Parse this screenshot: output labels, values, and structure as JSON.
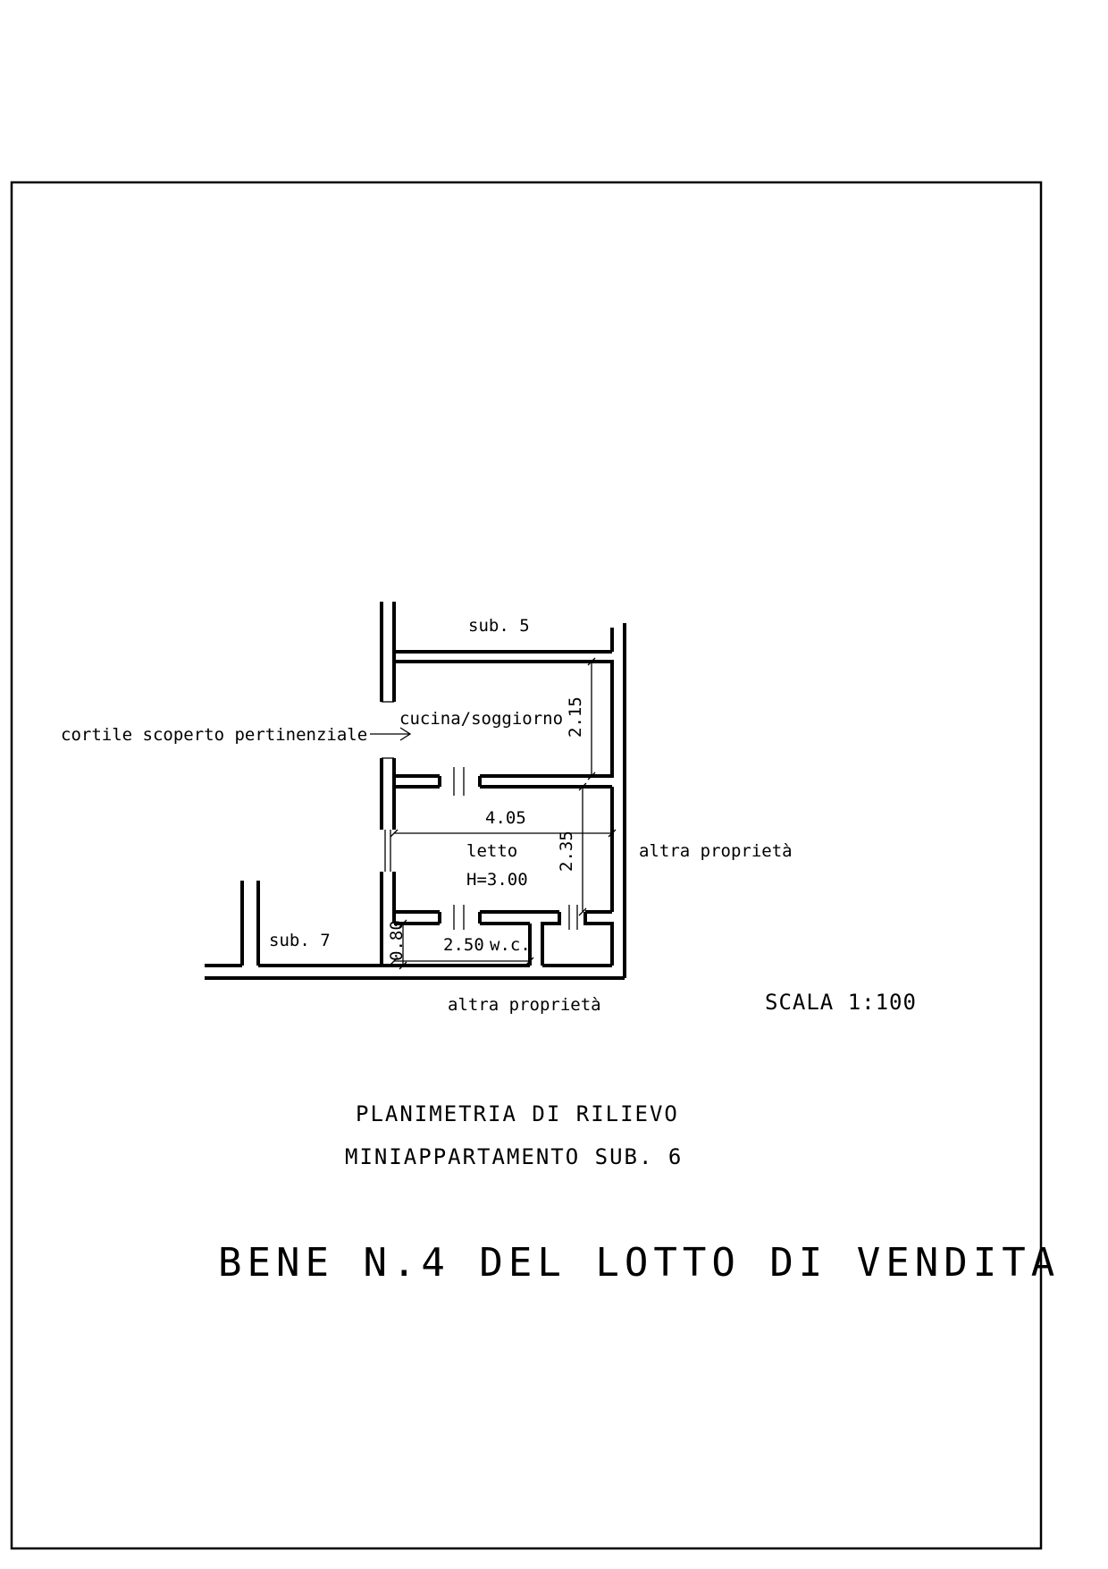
{
  "labels": {
    "sub5": "sub. 5",
    "sub7": "sub. 7",
    "kitchen": "cucina/soggiorno",
    "courtyard": "cortile scoperto pertinenziale",
    "bedroom": "letto",
    "height": "H=3.00",
    "wc": "w.c.",
    "other_property_right": "altra proprietà",
    "other_property_bottom": "altra proprietà"
  },
  "dimensions": {
    "kitchen_depth": "2.15",
    "width": "4.05",
    "bedroom_depth": "2.35",
    "wc_width": "2.50",
    "wc_depth": "0.80"
  },
  "scale": "SCALA 1:100",
  "title": {
    "line1": "PLANIMETRIA DI RILIEVO",
    "line2": "MINIAPPARTAMENTO SUB. 6"
  },
  "heading": "BENE N.4 DEL LOTTO DI VENDITA"
}
